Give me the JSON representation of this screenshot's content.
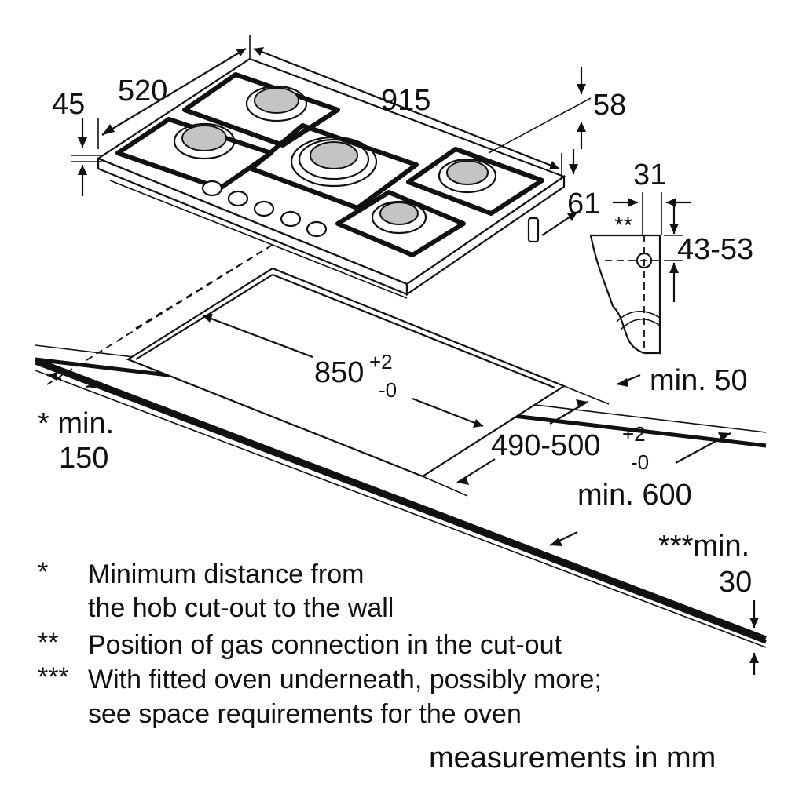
{
  "dimensions": {
    "d45": "45",
    "d520": "520",
    "d915": "915",
    "d58": "58",
    "d31": "31",
    "d61": "61",
    "d4353": "43-53",
    "gas_marker": "**",
    "cutout_width": "850",
    "cutout_width_tol_plus": "+2",
    "cutout_width_tol_minus": "-0",
    "cutout_depth": "490-500",
    "cutout_depth_tol_plus": "+2",
    "cutout_depth_tol_minus": "-0",
    "min50": "min. 50",
    "min150_line1": "* min.",
    "min150_line2": "150",
    "min600": "min. 600",
    "min30_line1": "***min.",
    "min30_line2": "30"
  },
  "notes": [
    {
      "mark": "*",
      "lines": [
        "Minimum distance from",
        "the hob cut-out to the wall"
      ]
    },
    {
      "mark": "**",
      "lines": [
        "Position of gas connection in the cut-out"
      ]
    },
    {
      "mark": "***",
      "lines": [
        "With fitted oven underneath, possibly more;",
        "see space requirements for the oven"
      ]
    }
  ],
  "units_note": "measurements in mm"
}
